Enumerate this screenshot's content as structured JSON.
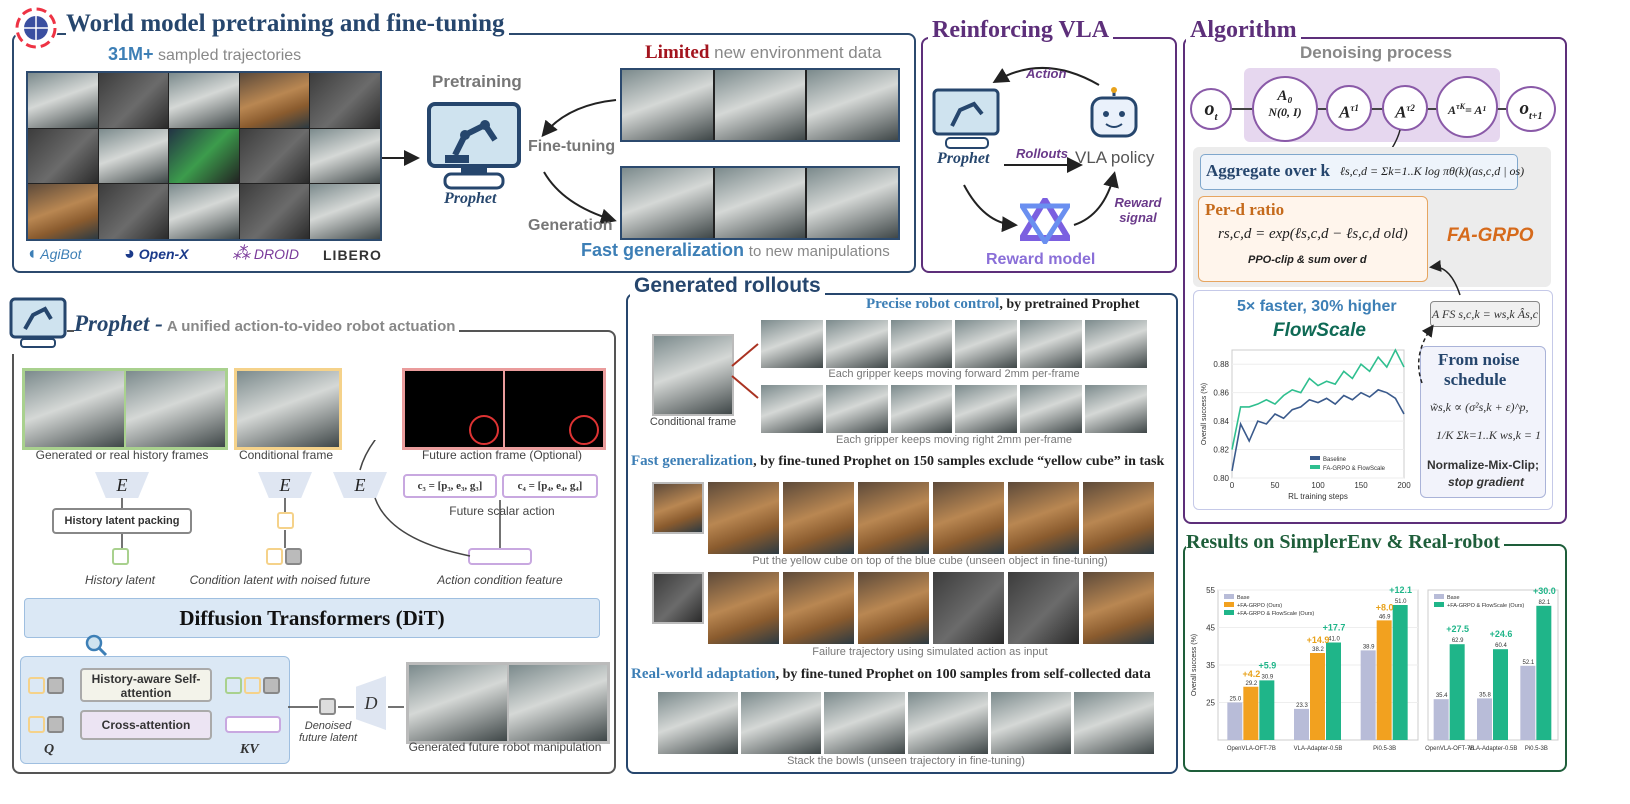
{
  "colors": {
    "navy": "#26466d",
    "purple": "#5d2f7a",
    "green": "#1e5e3a",
    "teal": "#0f8a6a",
    "orange": "#d68a00",
    "gray": "#b8bcc8"
  },
  "wm": {
    "title": "World model pretraining and fine-tuning",
    "count": "31M+",
    "count_rest": "sampled trajectories",
    "limited": "Limited",
    "limited_rest": "new environment data",
    "pretraining": "Pretraining",
    "finetuning": "Fine-tuning",
    "generation": "Generation",
    "prophet": "Prophet",
    "fastgen": "Fast generalization",
    "fastgen_rest": "to new manipulations",
    "logos": [
      "AgiBot",
      "Open-X",
      "DROID",
      "LIBERO"
    ]
  },
  "rvla": {
    "title": "Reinforcing VLA",
    "action": "Action",
    "rollouts": "Rollouts",
    "prophet": "Prophet",
    "vla": "VLA policy",
    "reward_signal": "Reward signal",
    "reward_model": "Reward model"
  },
  "algo": {
    "title": "Algorithm",
    "denoising": "Denoising process",
    "nodes": [
      "o",
      "A₀",
      "N(0, I)",
      "A",
      "τ1",
      "A",
      "τ2",
      "A",
      "τK",
      "= A¹",
      "o"
    ],
    "node_o_t": "t",
    "node_o_next": "t+1",
    "aggregate": "Aggregate over k",
    "aggregate_eq": "ℓs,c,d = Σk=1..K log πθ(k)(as,c,d | os)",
    "perd": "Per-d ratio",
    "perd_eq": "rs,c,d = exp(ℓs,c,d − ℓs,c,d old)",
    "ppo": "PPO-clip & sum over d",
    "fagrpo": "FA-GRPO",
    "faster": "5× faster, 30% higher",
    "flowscale": "FlowScale",
    "afs": "A FS s,c,k = ws,k Âs,c",
    "noise1": "From noise",
    "noise2": "schedule",
    "w_eq1": "w̃s,k ∝ (σ²s,k + ε)^p,",
    "w_eq2": "1/K Σk=1..K ws,k = 1",
    "nmc": "Normalize-Mix-Clip;",
    "stopgrad": "stop gradient"
  },
  "flowchart": {
    "ylabel": "Overall success (%)",
    "xlabel": "RL training steps",
    "yticks": [
      "0.80",
      "0.82",
      "0.84",
      "0.86",
      "0.88"
    ],
    "xticks": [
      "0",
      "50",
      "100",
      "150",
      "200"
    ],
    "legend": [
      "Baseline",
      "FA-GRPO & FlowScale"
    ]
  },
  "prophet": {
    "title": "Prophet -",
    "subtitle": "A unified action-to-video robot actuation",
    "hist_frames": "Generated or real history frames",
    "cond_frame": "Conditional frame",
    "future_frame": "Future action frame (Optional)",
    "E": "E",
    "c3": "c₃ = [p₃, e₃, g₃]",
    "c4": "c₄ = [p₄, e₄, g₄]",
    "future_scalar": "Future scalar action",
    "hist_pack": "History latent packing",
    "hist_latent": "History latent",
    "cond_latent": "Condition latent with noised future",
    "action_cond": "Action condition feature",
    "dit": "Diffusion Transformers (DiT)",
    "self_attn": "History-aware Self-attention",
    "cross_attn": "Cross-attention",
    "Q": "Q",
    "KV": "KV",
    "denoised": "Denoised future latent",
    "D": "D",
    "gen_future": "Generated future robot manipulation"
  },
  "rollouts": {
    "title": "Generated rollouts",
    "precise": "Precise robot control",
    "precise_rest": ", by pretrained Prophet",
    "cond": "Conditional frame",
    "fwd": "Each gripper keeps moving forward 2mm per-frame",
    "right": "Each gripper keeps moving right 2mm per-frame",
    "fastgen": "Fast generalization",
    "fastgen_rest": ", by fine-tuned Prophet on 150 samples exclude “yellow cube” in task",
    "put": "Put the yellow cube on top of the blue cube (unseen object in fine-tuning)",
    "failure": "Failure trajectory using simulated action as input",
    "real": "Real-world adaptation",
    "real_rest": ", by fine-tuned Prophet on 100 samples from self-collected data",
    "stack": "Stack the bowls (unseen trajectory in fine-tuning)"
  },
  "results": {
    "title": "Results on SimplerEnv & Real-robot"
  },
  "chart_data": [
    {
      "type": "line",
      "xlabel": "RL training steps",
      "ylabel": "Overall success (%)",
      "xlim": [
        0,
        200
      ],
      "ylim": [
        0.8,
        0.89
      ],
      "series": [
        {
          "name": "Baseline",
          "x": [
            0,
            10,
            20,
            30,
            40,
            50,
            60,
            70,
            80,
            90,
            100,
            110,
            120,
            130,
            140,
            150,
            160,
            170,
            180,
            190,
            200
          ],
          "values": [
            0.805,
            0.838,
            0.826,
            0.84,
            0.838,
            0.845,
            0.842,
            0.848,
            0.85,
            0.855,
            0.853,
            0.856,
            0.852,
            0.858,
            0.855,
            0.86,
            0.857,
            0.862,
            0.86,
            0.856,
            0.845
          ]
        },
        {
          "name": "FA-GRPO & FlowScale",
          "x": [
            0,
            10,
            20,
            30,
            40,
            50,
            60,
            70,
            80,
            90,
            100,
            110,
            120,
            130,
            140,
            150,
            160,
            170,
            180,
            190,
            200
          ],
          "values": [
            0.82,
            0.85,
            0.85,
            0.852,
            0.855,
            0.852,
            0.858,
            0.862,
            0.86,
            0.87,
            0.865,
            0.868,
            0.866,
            0.875,
            0.87,
            0.88,
            0.875,
            0.885,
            0.878,
            0.89,
            0.878
          ]
        }
      ]
    },
    {
      "type": "bar",
      "ylabel": "Overall success (%)",
      "ylim": [
        15,
        55
      ],
      "yticks": [
        25,
        35,
        45,
        55
      ],
      "categories": [
        "OpenVLA-OFT-7B",
        "VLA-Adapter-0.5B",
        "Pi0.5-3B"
      ],
      "series": [
        {
          "name": "Base",
          "values": [
            25.0,
            23.3,
            38.9
          ]
        },
        {
          "name": "+FA-GRPO (Ours)",
          "values": [
            29.2,
            38.2,
            46.9
          ]
        },
        {
          "name": "+FA-GRPO & FlowScale (Ours)",
          "values": [
            30.9,
            41.0,
            51.0
          ]
        }
      ],
      "gains_orange": [
        "+4.2",
        "+14.9",
        "+8.0"
      ],
      "gains_green": [
        "+5.9",
        "+17.7",
        "+12.1"
      ]
    },
    {
      "type": "bar",
      "ylim": [
        15,
        90
      ],
      "categories": [
        "OpenVLA-OFT-7B",
        "VLA-Adapter-0.5B",
        "Pi0.5-3B"
      ],
      "series": [
        {
          "name": "Base",
          "values": [
            35.4,
            35.8,
            52.1
          ]
        },
        {
          "name": "+FA-GRPO & FlowScale (Ours)",
          "values": [
            62.9,
            60.4,
            82.1
          ]
        }
      ],
      "gains_green": [
        "+27.5",
        "+24.6",
        "+30.0"
      ]
    }
  ]
}
